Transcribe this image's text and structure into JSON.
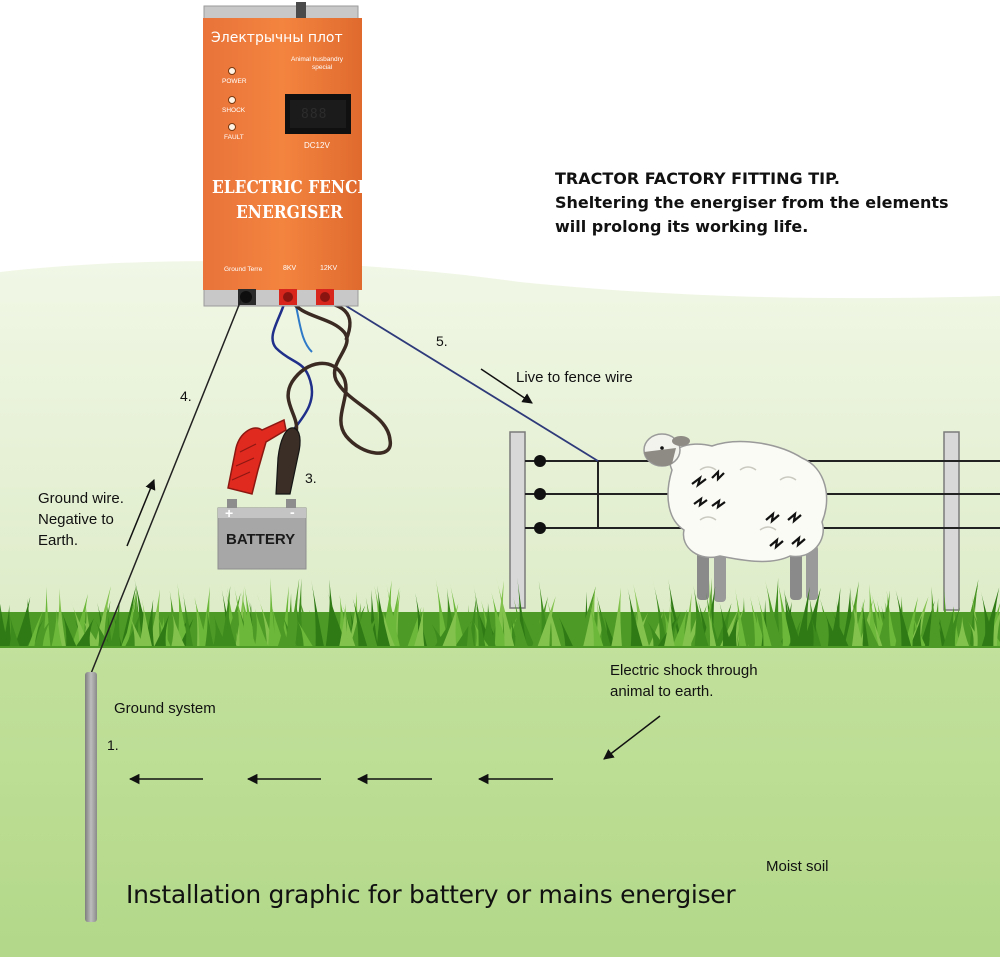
{
  "energiser": {
    "brand_cyrillic": "Электрычны плот",
    "subtitle_line1": "Animal husbandry",
    "subtitle_line2": "special",
    "indicator_power": "POWER",
    "indicator_shock": "SHOCK",
    "indicator_fault": "FAULT",
    "display_value": "888",
    "voltage_supply": "DC12V",
    "title_line1": "ELECTRIC FENCE",
    "title_line2": "ENERGISER",
    "terminal_ground": "Ground Terre",
    "terminal_8kv": "8KV",
    "terminal_12kv": "12KV"
  },
  "battery": {
    "plus": "+",
    "minus": "-",
    "label": "BATTERY"
  },
  "tip": {
    "line1": "TRACTOR FACTORY FITTING TIP.",
    "line2": "Sheltering the energiser from the elements",
    "line3": "will prolong its working life."
  },
  "steps": {
    "step1": "1.",
    "step3": "3.",
    "step4": "4.",
    "step5": "5."
  },
  "labels": {
    "live_to_fence": "Live to fence wire",
    "ground_wire_line1": "Ground wire.",
    "ground_wire_line2": "Negative to",
    "ground_wire_line3": "Earth.",
    "ground_system": "Ground system",
    "shock_line1": "Electric shock through",
    "shock_line2": "animal to earth.",
    "moist_soil": "Moist soil"
  },
  "caption": "Installation graphic for battery or mains energiser",
  "colors": {
    "energiser_orange": "#ee7a36",
    "sky_green": "#e6f1d5",
    "soil_green": "#b9dc8f",
    "grass_green": "#4e9a26",
    "terminal_red": "#d8261c",
    "fence_post": "#d4d4d4"
  }
}
